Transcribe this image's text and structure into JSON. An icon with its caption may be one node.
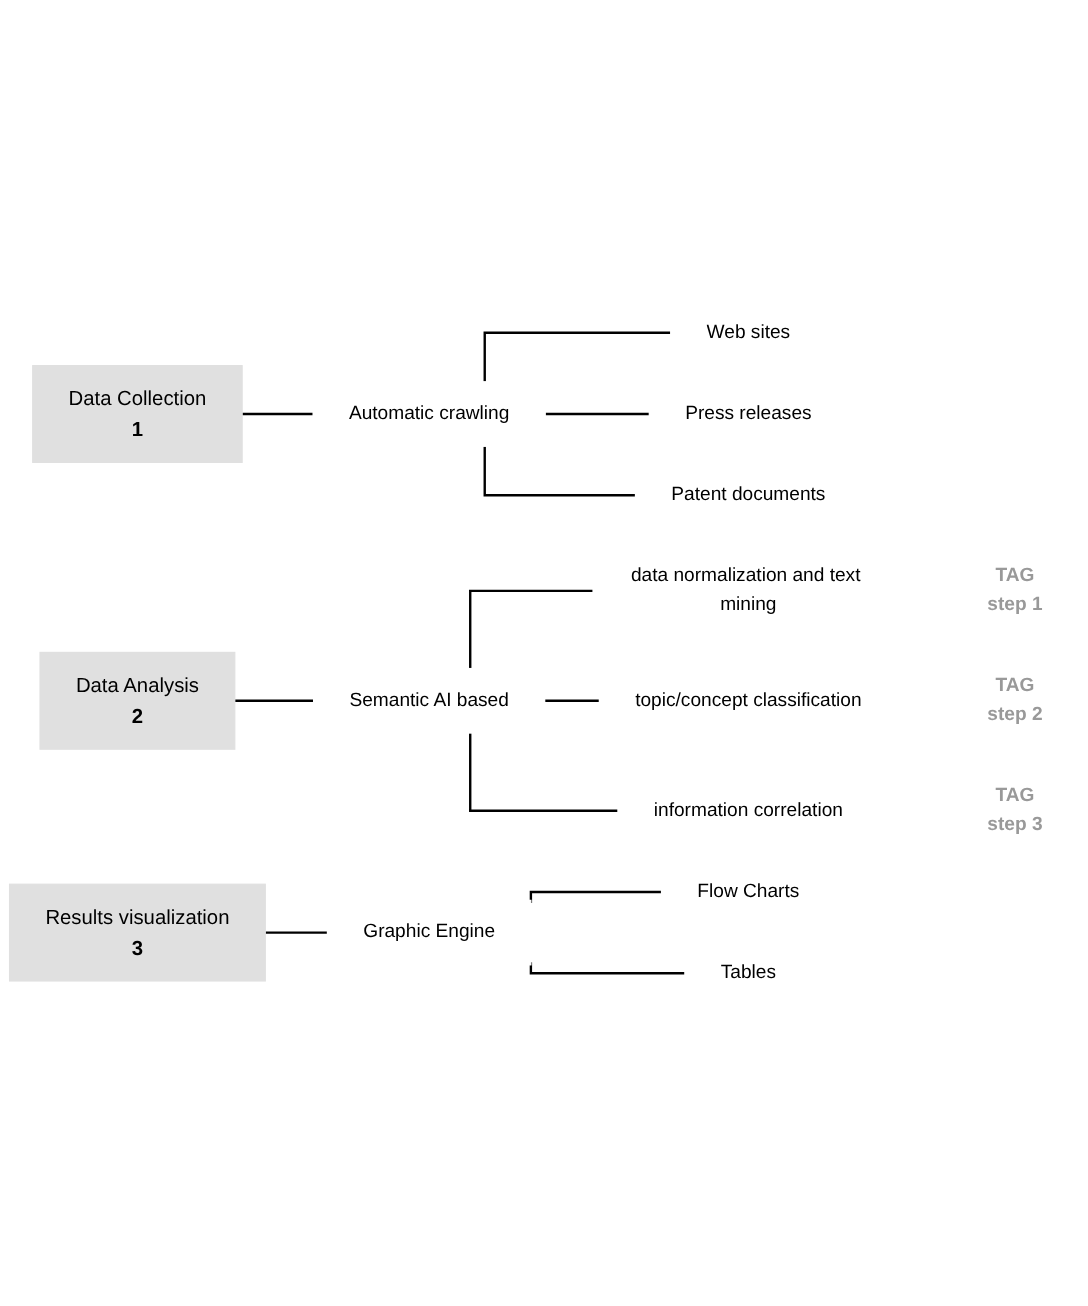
{
  "diagram": {
    "nodes": [
      {
        "text": [
          "Data Collection",
          "1"
        ]
      },
      {
        "text": [
          "Automatic crawling"
        ]
      },
      {
        "text": [
          "Web sites"
        ]
      },
      {
        "text": [
          "Press releases"
        ]
      },
      {
        "text": [
          "Patent documents"
        ]
      },
      {
        "text": [
          "Data Analysis",
          "2"
        ]
      },
      {
        "text": [
          "Semantic AI based"
        ]
      },
      {
        "text": [
          "data normalization and text mining"
        ],
        "beside": [
          "TAG",
          "step 1"
        ]
      },
      {
        "text": [
          "topic/concept classification"
        ],
        "beside": [
          "TAG",
          "step 2"
        ]
      },
      {
        "text": [
          "information correlation"
        ],
        "beside": [
          "TAG",
          "step 3"
        ]
      },
      {
        "text": [
          "Results visualization",
          "3"
        ]
      },
      {
        "text": [
          "Graphic Engine"
        ]
      },
      {
        "text": [
          "Flow Charts"
        ]
      },
      {
        "text": [
          "Tables"
        ]
      }
    ],
    "edges": [
      {
        "from": 0,
        "to": 1,
        "arrow": "none"
      },
      {
        "from": 1,
        "to": 2,
        "arrow": "none"
      },
      {
        "from": 1,
        "to": 3,
        "arrow": "none"
      },
      {
        "from": 1,
        "to": 4,
        "arrow": "none"
      },
      {
        "from": 5,
        "to": 6,
        "arrow": "none"
      },
      {
        "from": 6,
        "to": 7,
        "arrow": "none"
      },
      {
        "from": 6,
        "to": 8,
        "arrow": "none"
      },
      {
        "from": 6,
        "to": 9,
        "arrow": "none"
      },
      {
        "from": 10,
        "to": 11,
        "arrow": "none"
      },
      {
        "from": 11,
        "to": 12,
        "arrow": "none"
      },
      {
        "from": 11,
        "to": 13,
        "arrow": "none"
      }
    ]
  }
}
